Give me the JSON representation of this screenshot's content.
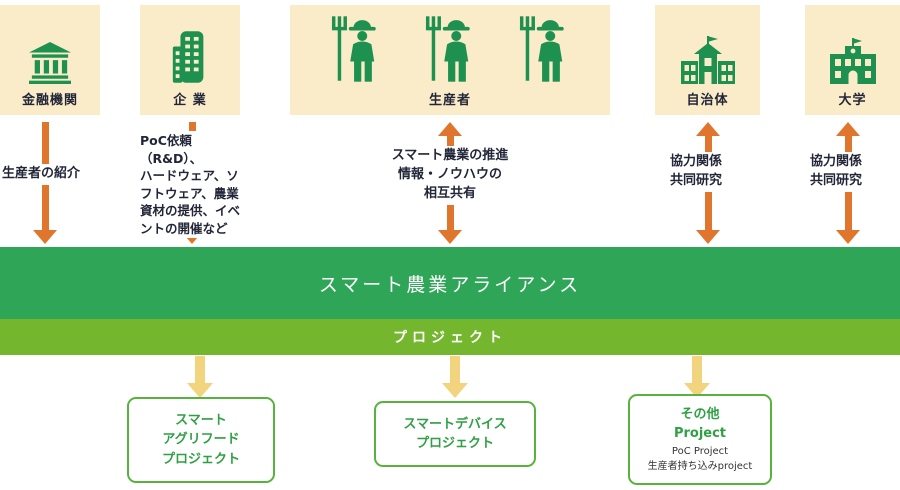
{
  "colors": {
    "stakeholder_box_bg": "#FAECC9",
    "icon_green": "#1E9150",
    "arrow_orange": "#E0762E",
    "alliance_band_green": "#2FA558",
    "project_band_green": "#74B62E",
    "arrow_yellow": "#F2D47E",
    "project_border_green": "#57B33B",
    "project_text_green": "#2FA044",
    "label_dark": "#222638"
  },
  "stakeholders": [
    {
      "label": "金融機関",
      "icon": "bank-icon"
    },
    {
      "label": "企 業",
      "icon": "office-building-icon"
    },
    {
      "label": "生産者",
      "icon": "farmer-icon"
    },
    {
      "label": "自治体",
      "icon": "town-hall-icon"
    },
    {
      "label": "大学",
      "icon": "university-icon"
    }
  ],
  "flows": [
    {
      "from": "金融機関",
      "direction": "down",
      "text": "生産者の紹介"
    },
    {
      "from": "企業",
      "direction": "down",
      "text": "PoC依頼（R&D）、\nハードウェア、ソ\nフトウェア、農業\n資材の提供、イベ\nントの開催など"
    },
    {
      "from": "生産者",
      "direction": "both",
      "text": "スマート農業の推進\n情報・ノウハウの\n相互共有"
    },
    {
      "from": "自治体",
      "direction": "both",
      "text": "協力関係\n共同研究"
    },
    {
      "from": "大学",
      "direction": "both",
      "text": "協力関係\n共同研究"
    }
  ],
  "alliance": {
    "title": "スマート農業アライアンス"
  },
  "project_band": {
    "title": "プロジェクト"
  },
  "projects": [
    {
      "title": "スマート\nアグリフード\nプロジェクト"
    },
    {
      "title": "スマートデバイス\nプロジェクト"
    },
    {
      "title": "その他\nProject",
      "items": [
        "PoC Project",
        "生産者持ち込みproject"
      ]
    }
  ]
}
